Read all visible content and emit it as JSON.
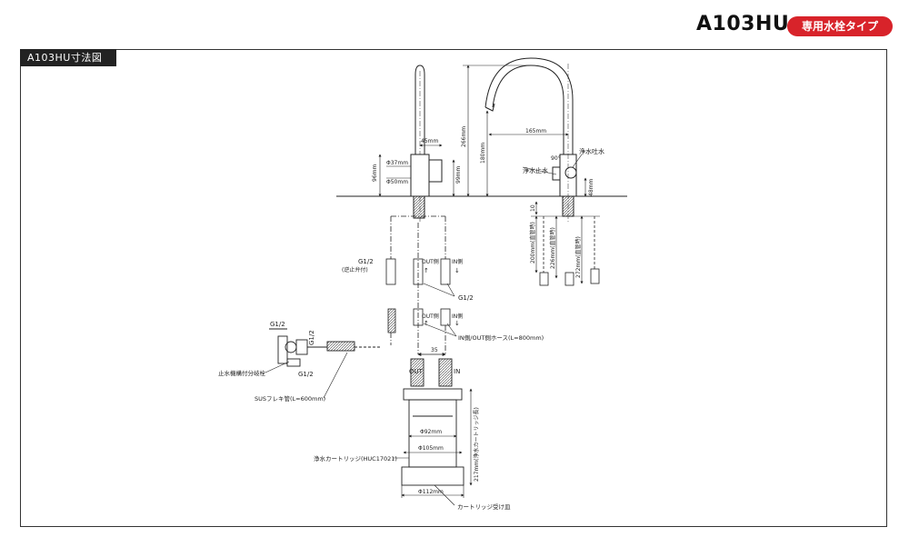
{
  "header": {
    "model": "A103HU",
    "badge": "専用水栓タイプ",
    "badge_color": "#d8232a"
  },
  "frame": {
    "title": "A103HU寸法図"
  },
  "dimensions": {
    "d45": "45mm",
    "d37": "Φ37mm",
    "d50": "Φ50mm",
    "d96": "96mm",
    "d99": "99mm",
    "d266": "266mm",
    "d180": "180mm",
    "d165": "165mm",
    "a90": "90°",
    "d48": "48mm",
    "d10": "10",
    "d200": "200mm(直管時)",
    "d226": "226mm(直管時)",
    "d272": "272mm(直管時)",
    "d35": "35",
    "d92": "Φ92mm",
    "d105": "Φ105mm",
    "d112": "Φ112mm",
    "d217": "217mm(浄水カートリッジ長)",
    "g12_1": "G1/2",
    "g12_2": "G1/2",
    "g12_3": "G1/2",
    "g12_4": "G1/2",
    "g12_5": "G1/2"
  },
  "labels": {
    "purified_outlet": "浄水吐水",
    "purified_stop": "浄水止水",
    "backflow": "(逆止弁付)",
    "out_side_1": "OUT側",
    "in_side_1": "IN側",
    "out_side_2": "OUT側",
    "in_side_2": "IN側",
    "hose": "IN側/OUT側ホース(L=800mm)",
    "valve": "止水機構付分岐栓",
    "flex": "SUSフレキ管(L=600mm)",
    "out": "OUT",
    "in": "IN",
    "cartridge": "浄水カートリッジ(HUC17021)",
    "tray": "カートリッジ受け皿",
    "arrow_up": "↑",
    "arrow_down": "↓"
  }
}
